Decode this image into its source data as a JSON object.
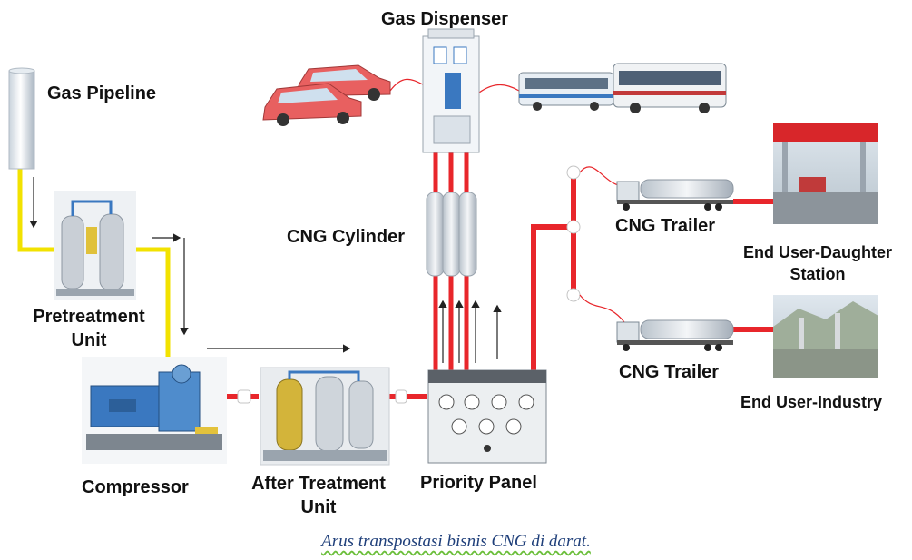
{
  "labels": {
    "gas_dispenser": "Gas Dispenser",
    "gas_pipeline": "Gas Pipeline",
    "pretreatment_unit_l1": "Pretreatment",
    "pretreatment_unit_l2": "Unit",
    "compressor": "Compressor",
    "after_treatment_l1": "After Treatment",
    "after_treatment_l2": "Unit",
    "priority_panel": "Priority Panel",
    "cng_cylinder": "CNG Cylinder",
    "cng_trailer_top": "CNG Trailer",
    "cng_trailer_bottom": "CNG Trailer",
    "end_user_daughter_l1": "End User-Daughter",
    "end_user_daughter_l2": "Station",
    "end_user_industry": "End User-Industry"
  },
  "caption": "Arus transpostasi bisnis CNG di darat.",
  "colors": {
    "pipe_red": "#e8262b",
    "pipeline_yellow": "#f2e200",
    "caption_text": "#1f3f7a",
    "caption_underline": "#6cbf3c",
    "taxi": "#e86060",
    "bus": "#e8eef4",
    "equipment_blue": "#3a78c0"
  }
}
